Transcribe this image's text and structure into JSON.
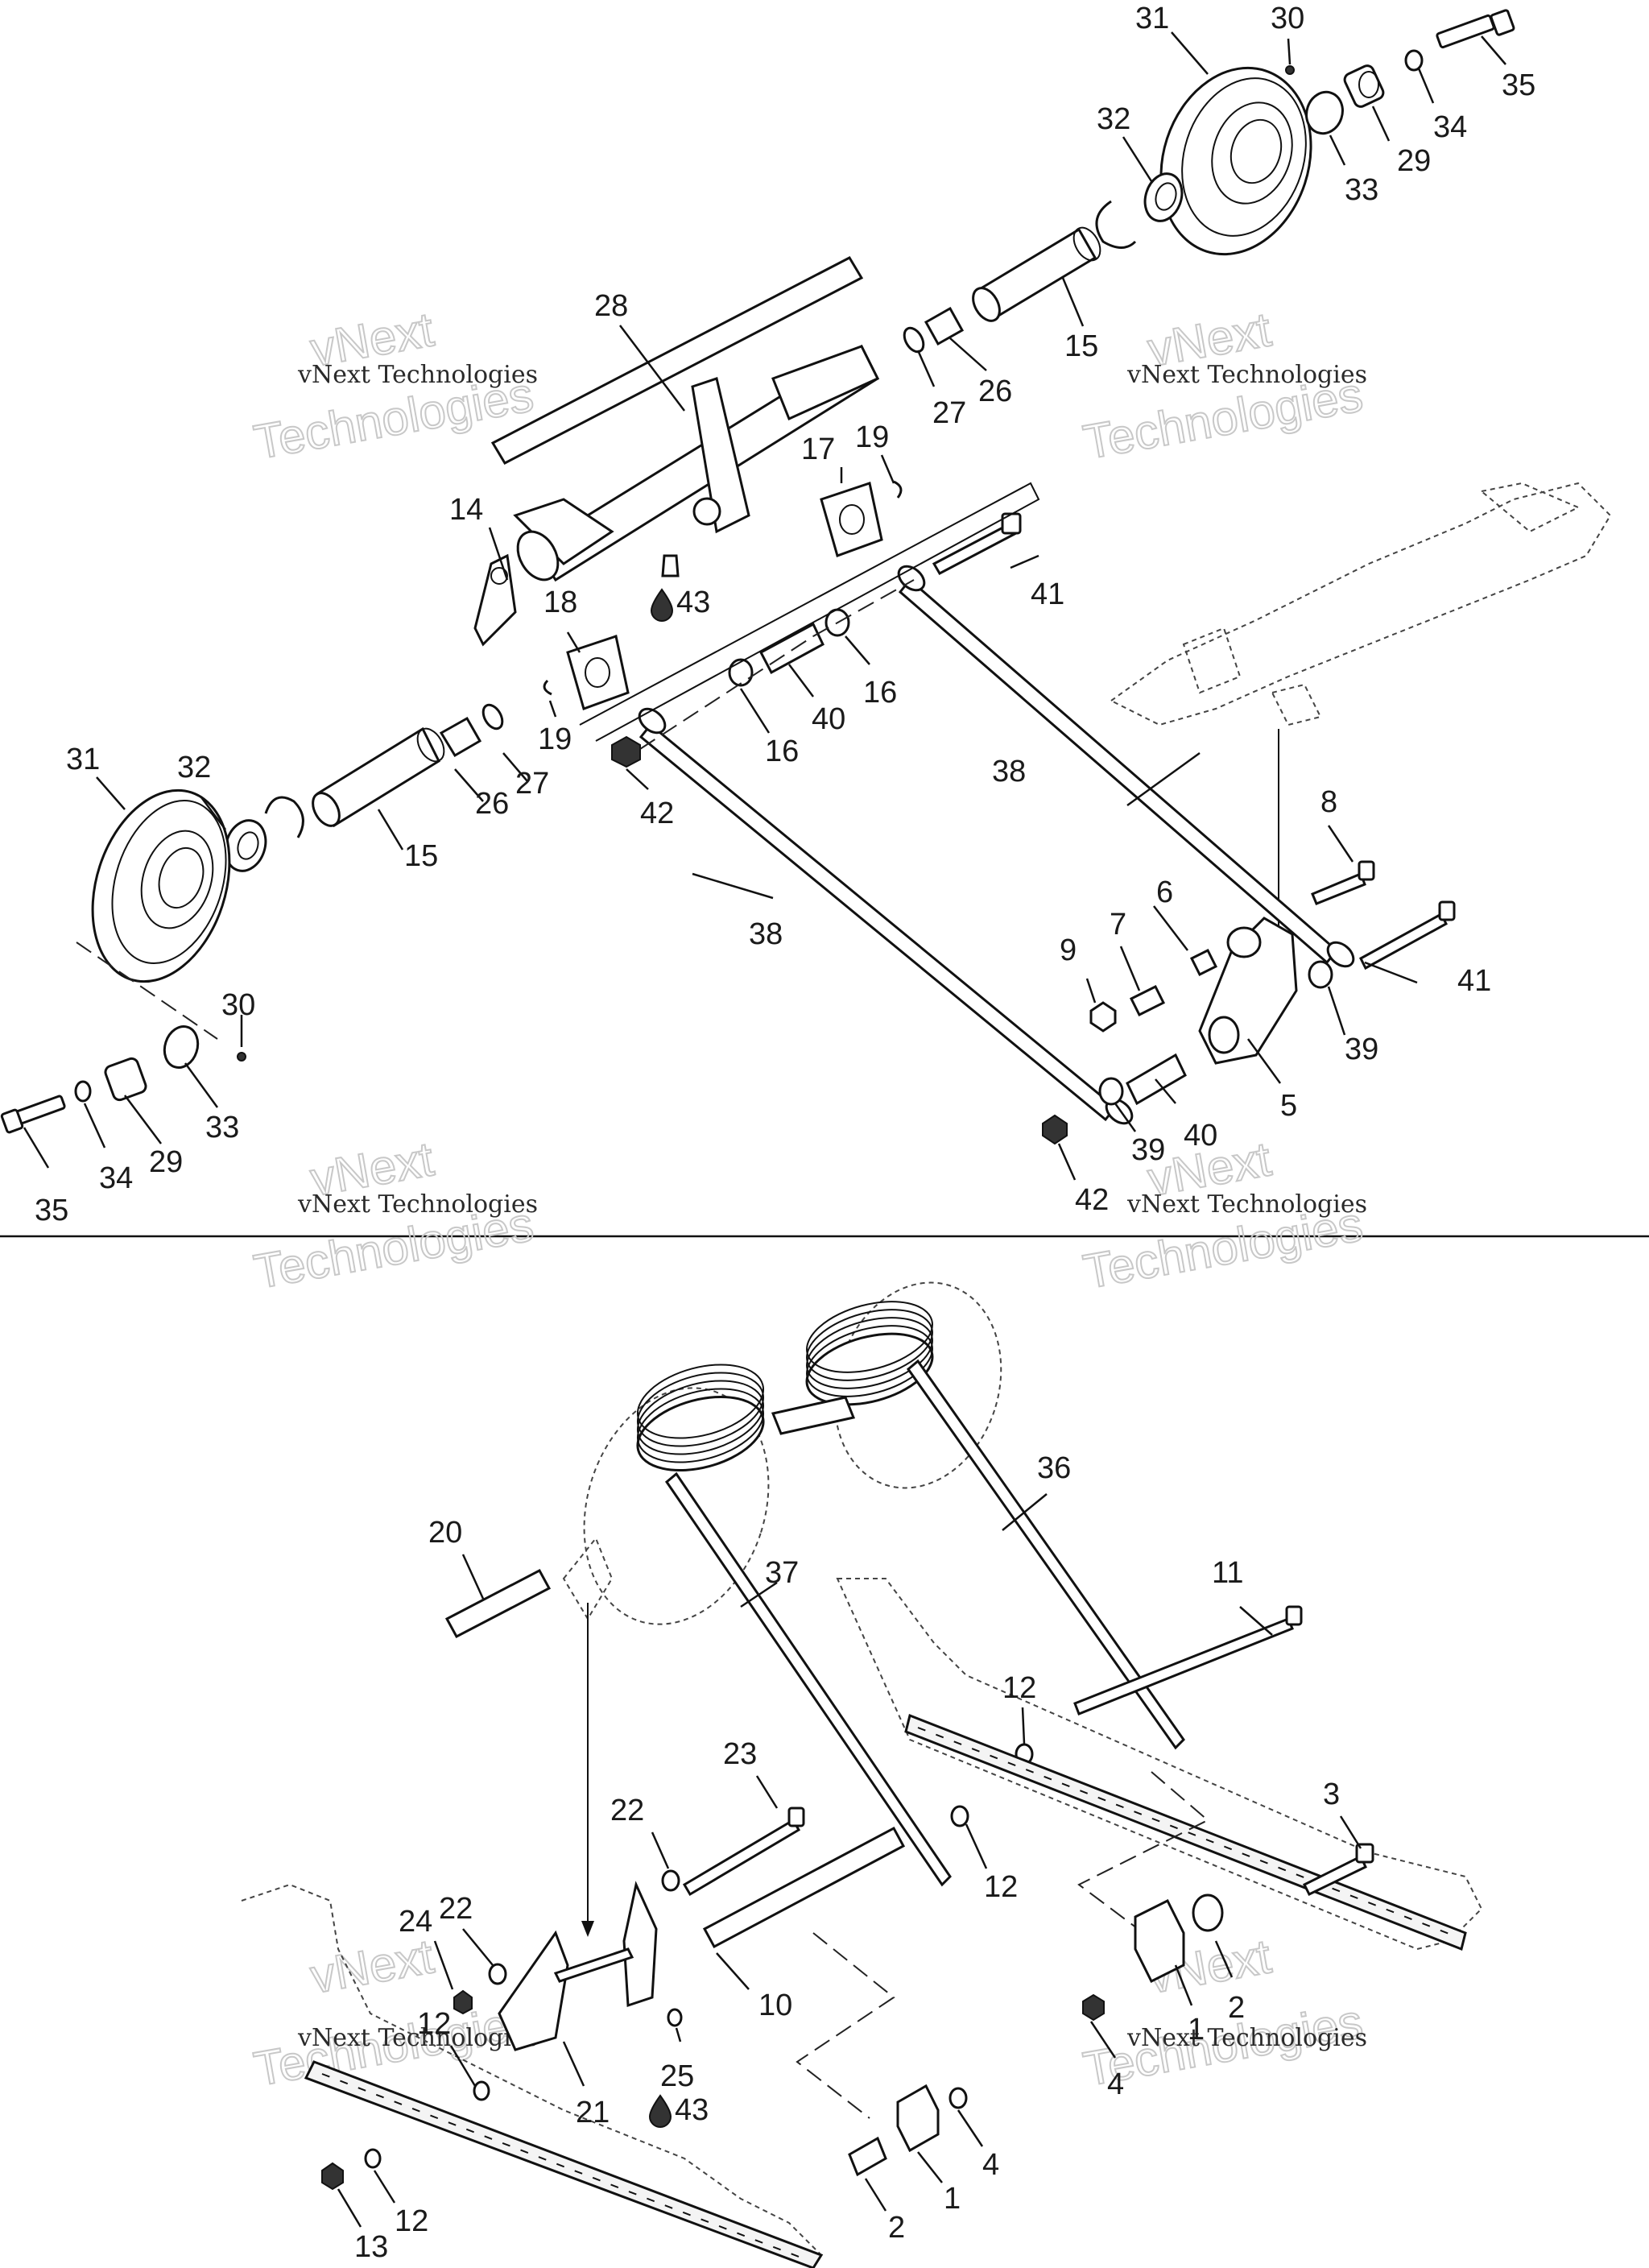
{
  "watermark": {
    "line1": "vNext Technologies",
    "line2": "Technologies",
    "line3": "vNext"
  },
  "lube_symbol": "drop-icon",
  "callouts": {
    "c31a": "31",
    "c30a": "30",
    "c35a": "35",
    "c34a": "34",
    "c29a": "29",
    "c33a": "33",
    "c32a": "32",
    "c28": "28",
    "c15a": "15",
    "c26a": "26",
    "c27a": "27",
    "c17": "17",
    "c19a": "19",
    "c14": "14",
    "c43a": "43",
    "c41a": "41",
    "c18": "18",
    "c19b": "19",
    "c16a": "16",
    "c16b": "16",
    "c40a": "40",
    "c38a": "38",
    "c42a": "42",
    "c31b": "31",
    "c32b": "32",
    "c26b": "26",
    "c27b": "27",
    "c15b": "15",
    "c38b": "38",
    "c8": "8",
    "c6": "6",
    "c7": "7",
    "c9": "9",
    "c41b": "41",
    "c39a": "39",
    "c5": "5",
    "c30b": "30",
    "c33b": "33",
    "c29b": "29",
    "c34b": "34",
    "c35b": "35",
    "c39b": "39",
    "c40b": "40",
    "c42b": "42",
    "c36": "36",
    "c20": "20",
    "c37": "37",
    "c11": "11",
    "c12a": "12",
    "c23": "23",
    "c22a": "22",
    "c3": "3",
    "c12b": "12",
    "c24": "24",
    "c22b": "22",
    "c10": "10",
    "c12c": "12",
    "c2a": "2",
    "c1a": "1",
    "c25": "25",
    "c43b": "43",
    "c4a": "4",
    "c21": "21",
    "c4b": "4",
    "c13": "13",
    "c12d": "12",
    "c2b": "2",
    "c1b": "1"
  }
}
